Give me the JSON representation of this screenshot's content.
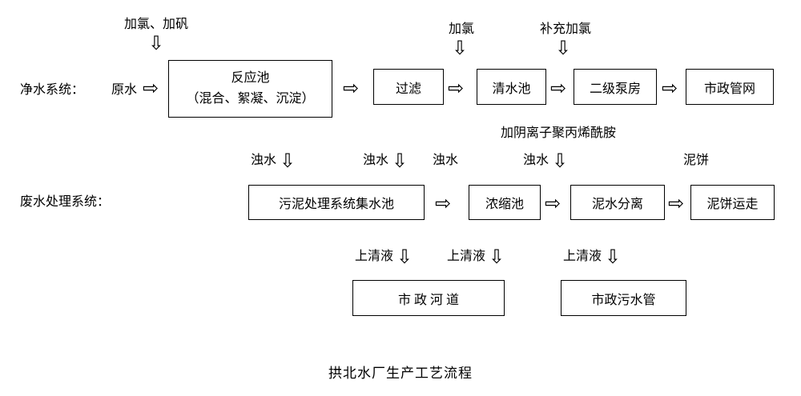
{
  "title": "拱北水厂生产工艺流程",
  "icons": {
    "arrow_right": "⇨",
    "arrow_down": "⇩"
  },
  "purification": {
    "system_label": "净水系统：",
    "raw_water": "原水",
    "additive_chlorine_alum": "加氯、加矾",
    "additive_chlorine": "加氯",
    "additive_supplementary_chlorine": "补充加氯",
    "reaction_pool_line1": "反应池",
    "reaction_pool_line2": "（混合、絮凝、沉淀）",
    "filtration": "过滤",
    "clear_water_pool": "清水池",
    "secondary_pump_house": "二级泵房",
    "municipal_pipe_network": "市政管网"
  },
  "wastewater": {
    "system_label": "废水处理系统：",
    "additive_polyacrylamide": "加阴离子聚丙烯酰胺",
    "turbid_water": "浊水",
    "mud_cake": "泥饼",
    "supernatant": "上清液",
    "sludge_collection_pool": "污泥处理系统集水池",
    "thickening_pool": "浓缩池",
    "mud_water_separation": "泥水分离",
    "mud_cake_removal": "泥饼运走",
    "municipal_river": "市 政 河 道",
    "municipal_sewage_pipe": "市政污水管"
  }
}
